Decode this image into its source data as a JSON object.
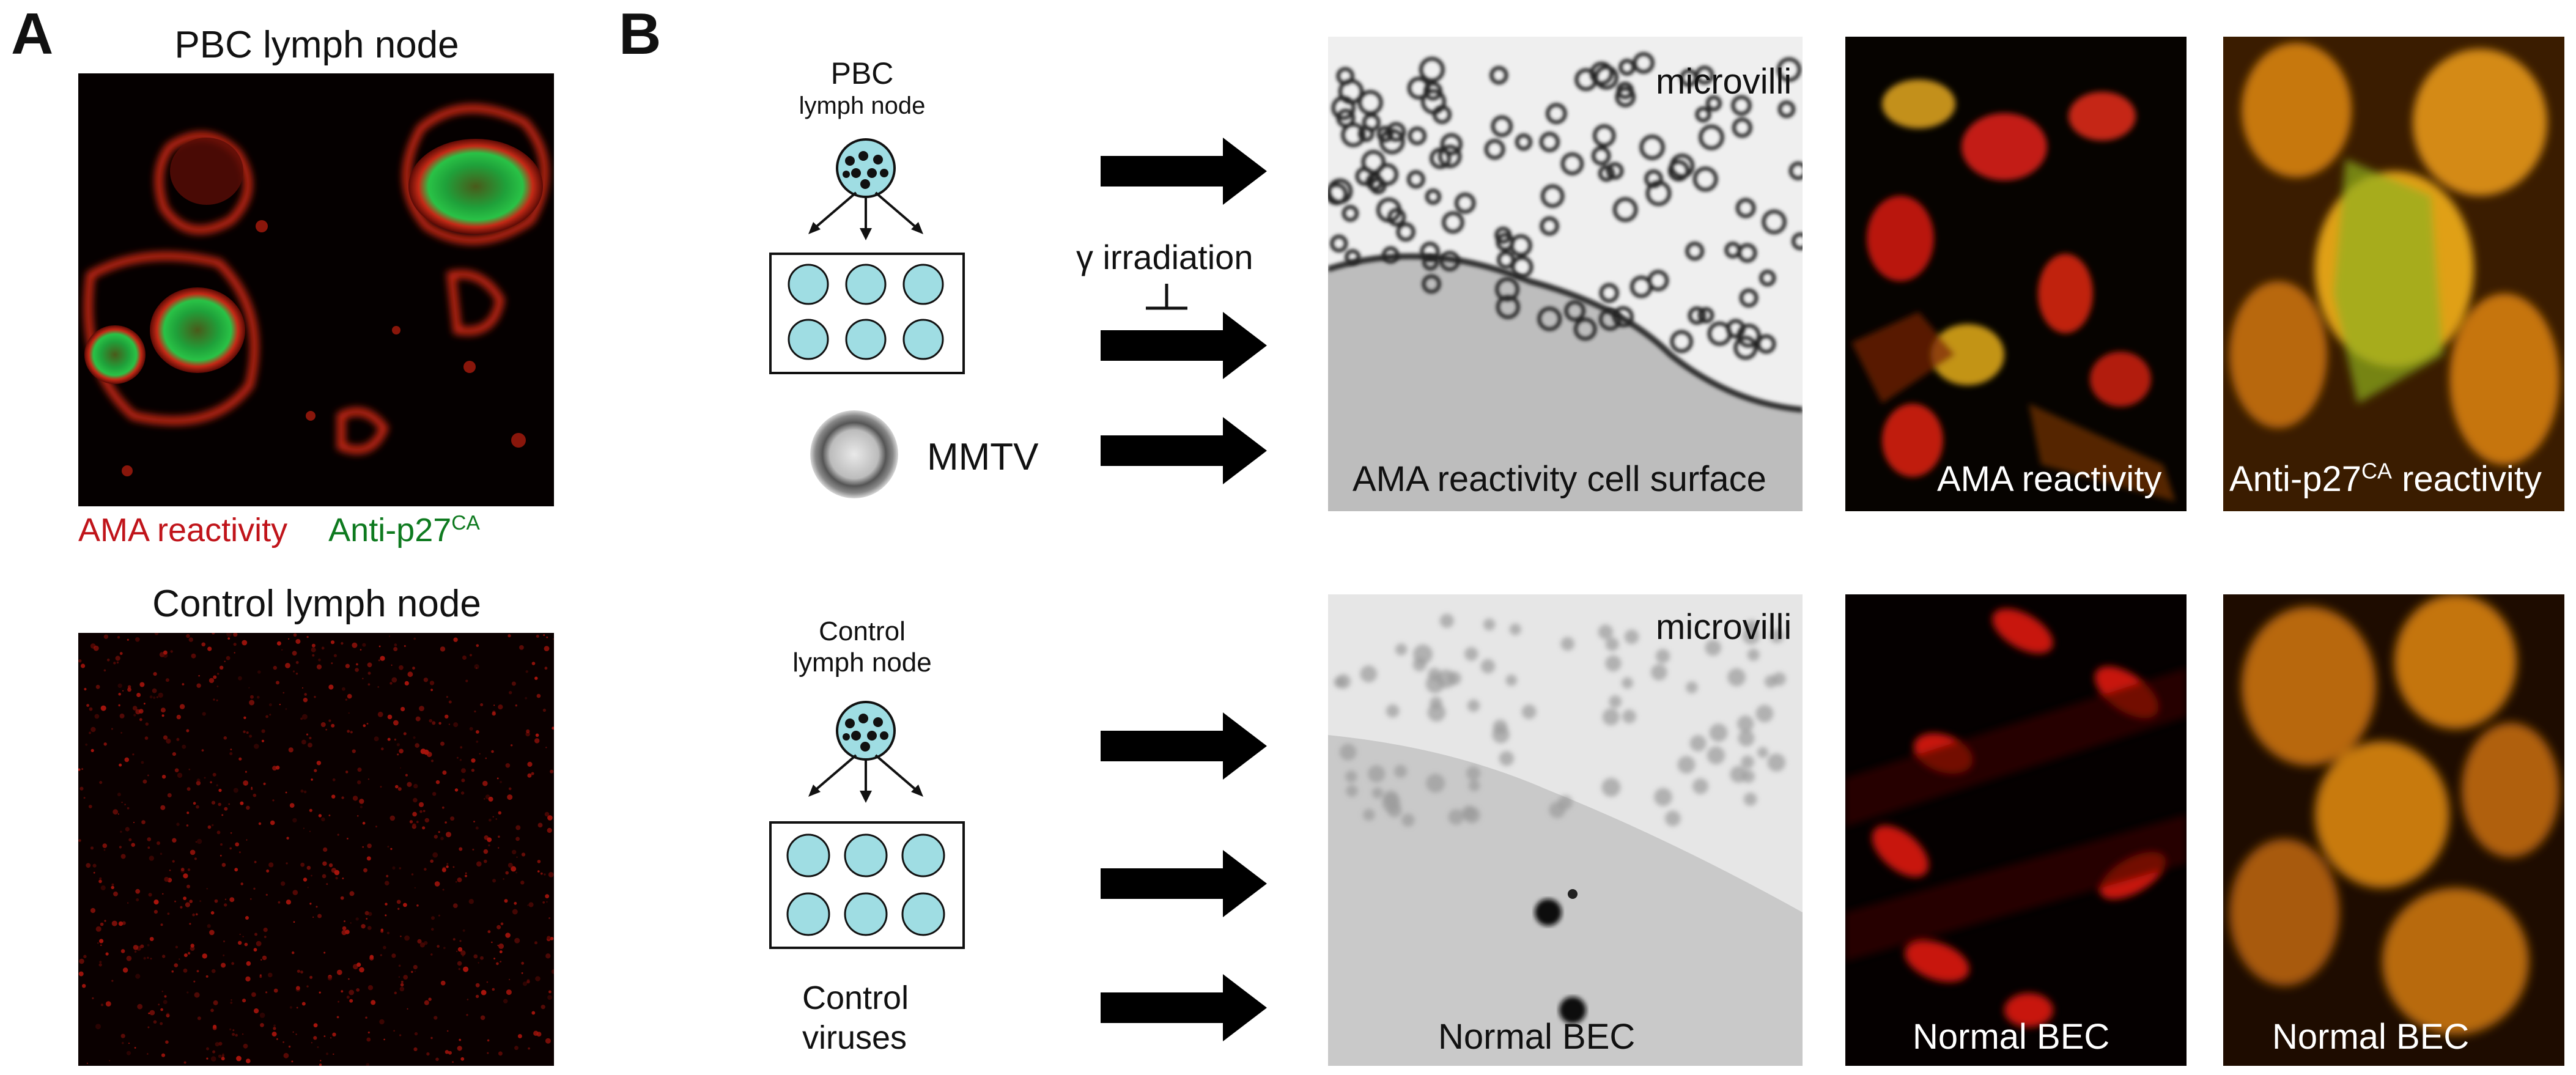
{
  "panel_a": {
    "letter": "A",
    "pbc_title": "PBC lymph node",
    "legend_red": "AMA reactivity",
    "legend_green_base": "Anti-p27",
    "legend_green_sup": "CA",
    "control_title": "Control lymph node"
  },
  "panel_b": {
    "letter": "B",
    "pbc_label_1": "PBC",
    "pbc_label_2": "lymph node",
    "control_label_1": "Control",
    "control_label_2": "lymph node",
    "irradiation": "γ irradiation",
    "mmtv": "MMTV",
    "control_viruses_1": "Control",
    "control_viruses_2": "viruses",
    "em_top_label": "microvilli",
    "em_top_caption": "AMA reactivity cell surface",
    "em_bottom_label": "microvilli",
    "em_bottom_caption": "Normal BEC",
    "fluor_top_1": "AMA reactivity",
    "fluor_top_2_base": "Anti-p27",
    "fluor_top_2_sup": "CA",
    "fluor_top_2_end": " reactivity",
    "fluor_bottom_1": "Normal BEC",
    "fluor_bottom_2": "Normal BEC"
  },
  "colors": {
    "ama_red": "#c0141a",
    "p27_green": "#0e7a1f",
    "well_cyan": "#9fdde3",
    "fluor_orange": "#e08a10"
  }
}
